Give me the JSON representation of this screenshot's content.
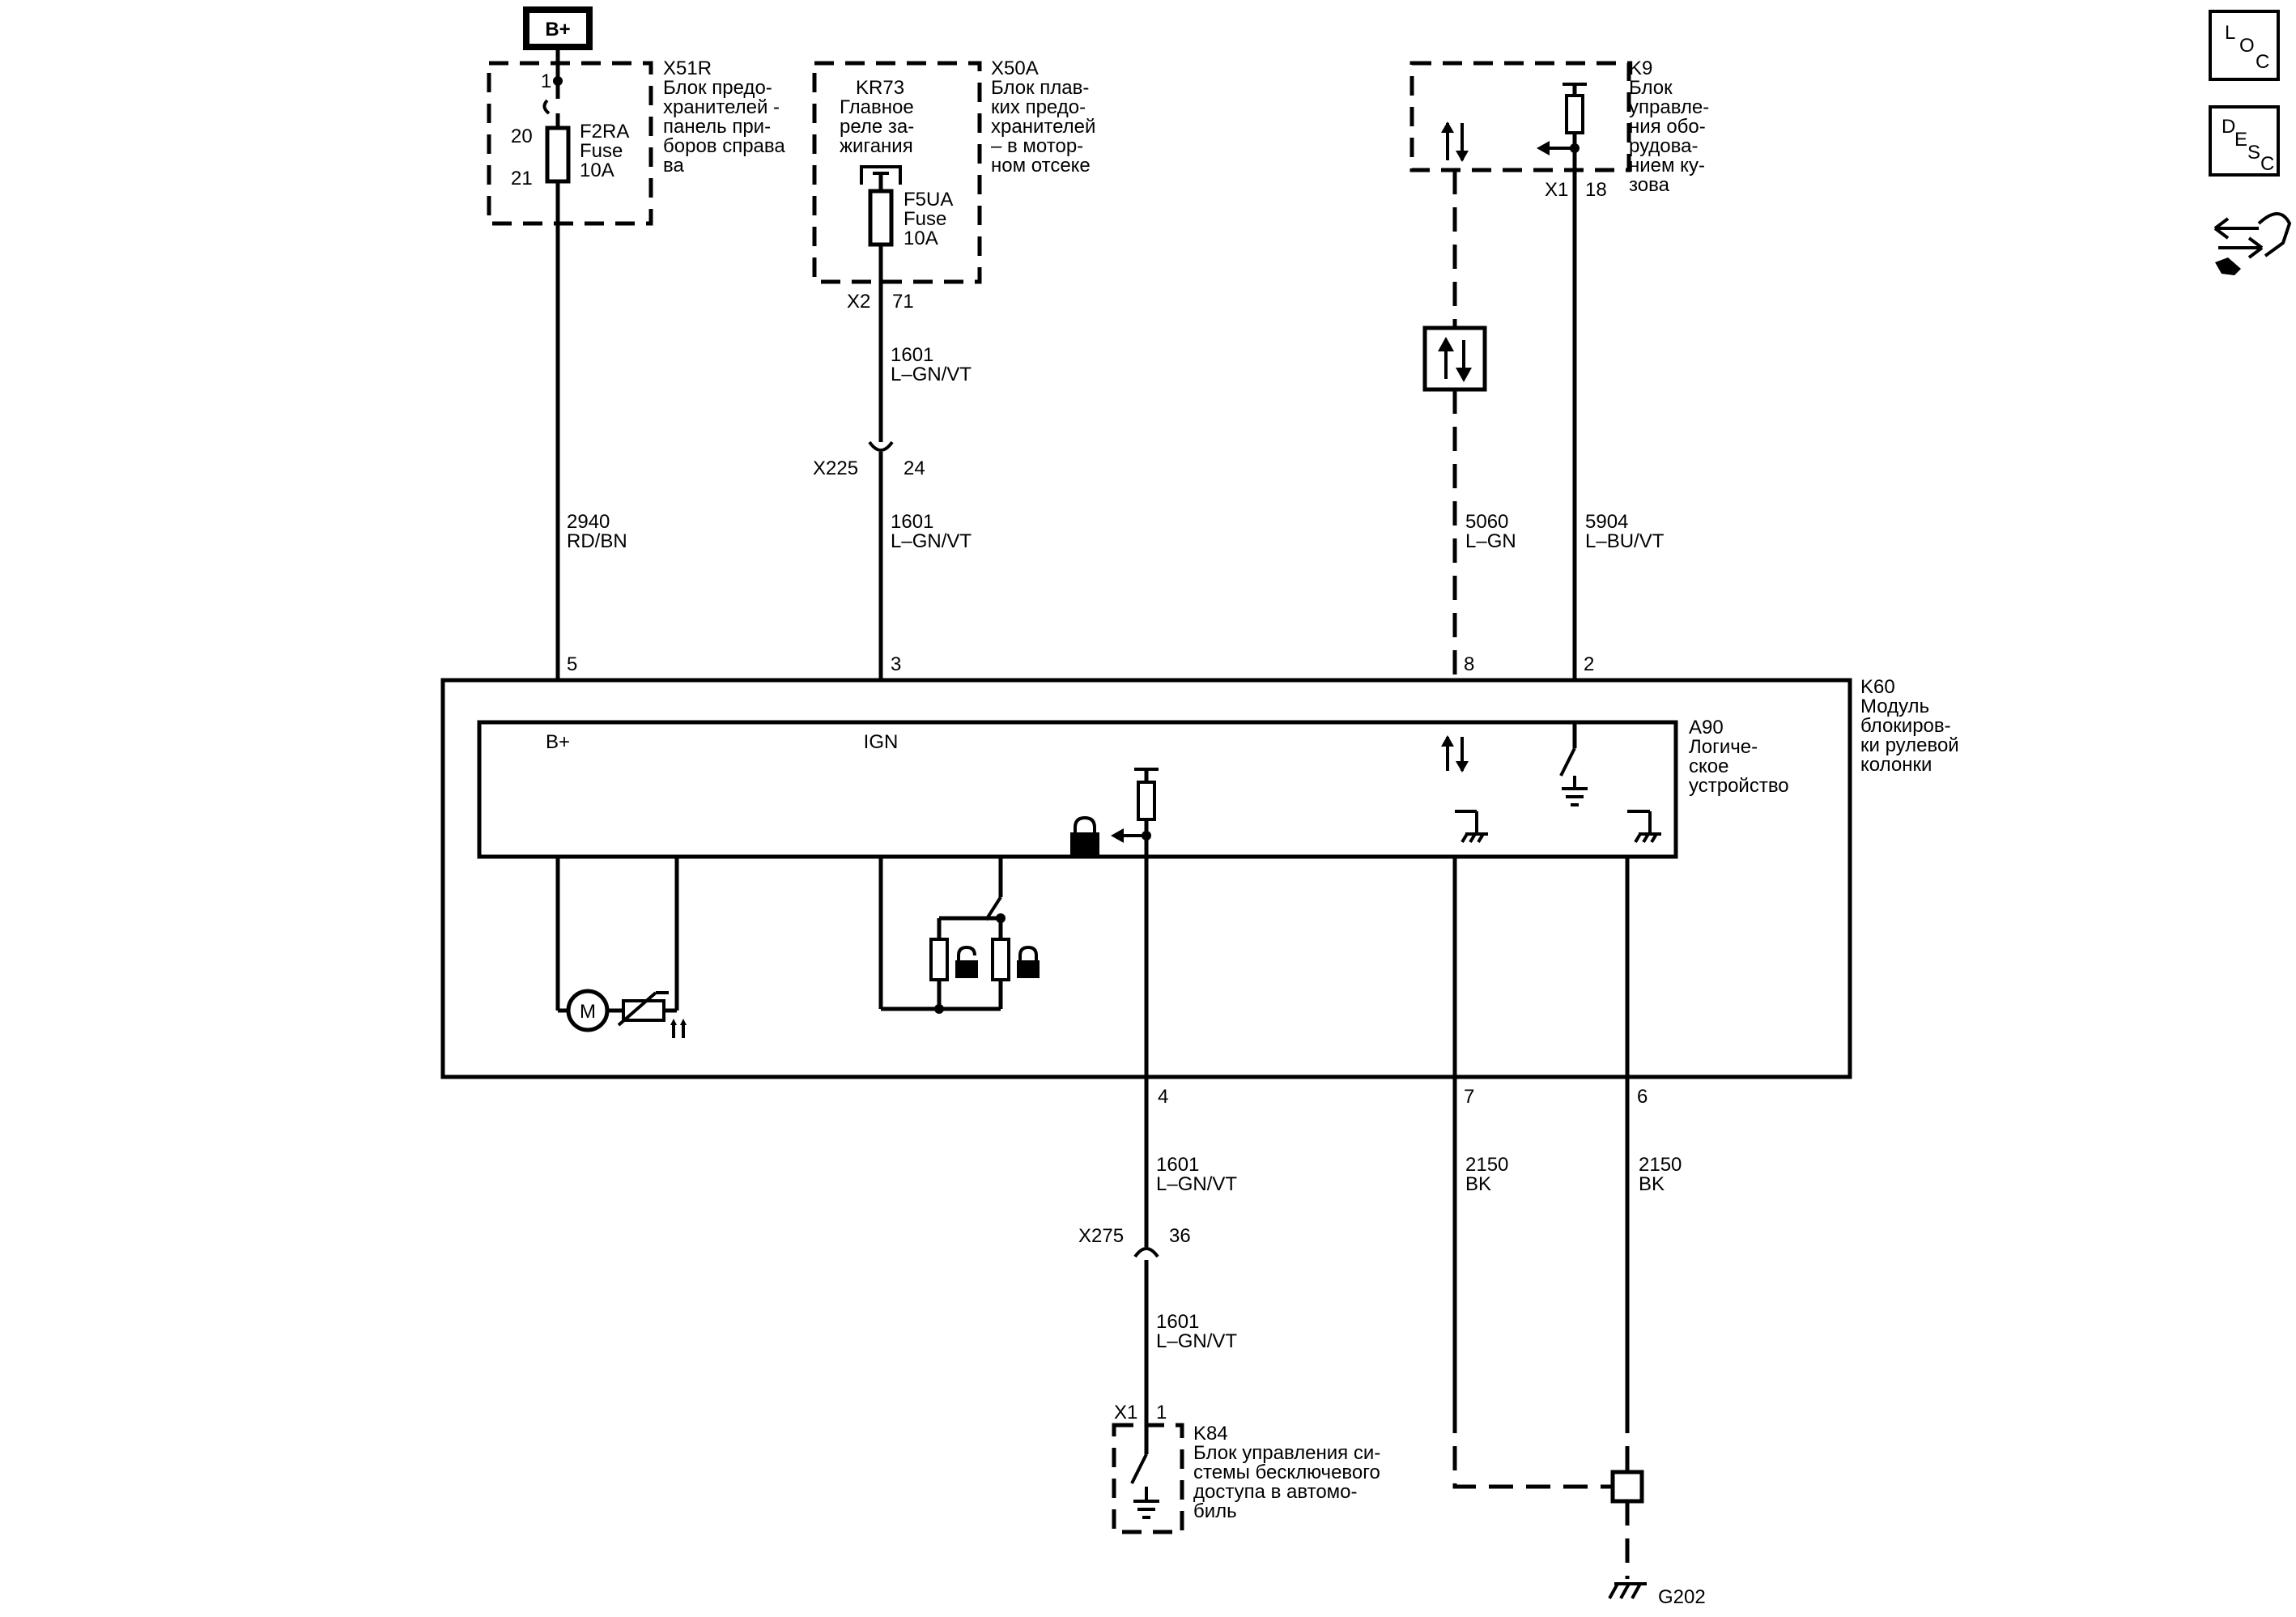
{
  "supply": {
    "label": "B+"
  },
  "x51r": {
    "id": "X51R",
    "desc": [
      "Блок предо-",
      "хранителей -",
      "панель при-",
      "боров справа",
      "ва"
    ],
    "pin_top": "1",
    "pin_in": "20",
    "pin_out": "21",
    "fuse": [
      "F2RA",
      "Fuse",
      "10A"
    ]
  },
  "x50a": {
    "id": "X50A",
    "desc": [
      "Блок плав-",
      "ких предо-",
      "хранителей",
      "– в мотор-",
      "ном отсеке"
    ],
    "relay": [
      "KR73",
      "Главное",
      "реле за-",
      "жигания"
    ],
    "fuse": [
      "F5UA",
      "Fuse",
      "10A"
    ],
    "conn": "X2",
    "pin": "71"
  },
  "k9": {
    "id": "K9",
    "desc": [
      "Блок",
      "управле-",
      "ния обо-",
      "рудова-",
      "нием ку-",
      "зова"
    ],
    "conn": "X1",
    "pin": "18"
  },
  "wires": {
    "w1601_a": [
      "1601",
      "L–GN/VT"
    ],
    "w1601_b": [
      "1601",
      "L–GN/VT"
    ],
    "w2940": [
      "2940",
      "RD/BN"
    ],
    "w5060": [
      "5060",
      "L–GN"
    ],
    "w5904": [
      "5904",
      "L–BU/VT"
    ],
    "w1601_c": [
      "1601",
      "L–GN/VT"
    ],
    "w1601_d": [
      "1601",
      "L–GN/VT"
    ],
    "w2150_a": [
      "2150",
      "BK"
    ],
    "w2150_b": [
      "2150",
      "BK"
    ]
  },
  "x225": {
    "id": "X225",
    "pin": "24"
  },
  "x275": {
    "id": "X275",
    "pin": "36"
  },
  "k60": {
    "id": "K60",
    "desc": [
      "Модуль",
      "блокиров-",
      "ки рулевой",
      "колонки"
    ],
    "pins_top": [
      "5",
      "3",
      "8",
      "2"
    ],
    "pins_bottom": [
      "4",
      "7",
      "6"
    ]
  },
  "a90": {
    "id": "A90",
    "desc": [
      "Логиче-",
      "ское",
      "устройство"
    ],
    "bplus": "B+",
    "ign": "IGN"
  },
  "motor": {
    "label": "M"
  },
  "k84": {
    "id": "K84",
    "desc": [
      "Блок управления си-",
      "стемы бесключевого",
      "доступа в автомо-",
      "биль"
    ],
    "conn": "X1",
    "pin": "1"
  },
  "ground": {
    "id": "G202"
  },
  "side_icons": {
    "loc": [
      "L",
      "O",
      "C"
    ],
    "desc": [
      "D",
      "E",
      "S",
      "C"
    ],
    "tool": "connector-tool-icon"
  }
}
